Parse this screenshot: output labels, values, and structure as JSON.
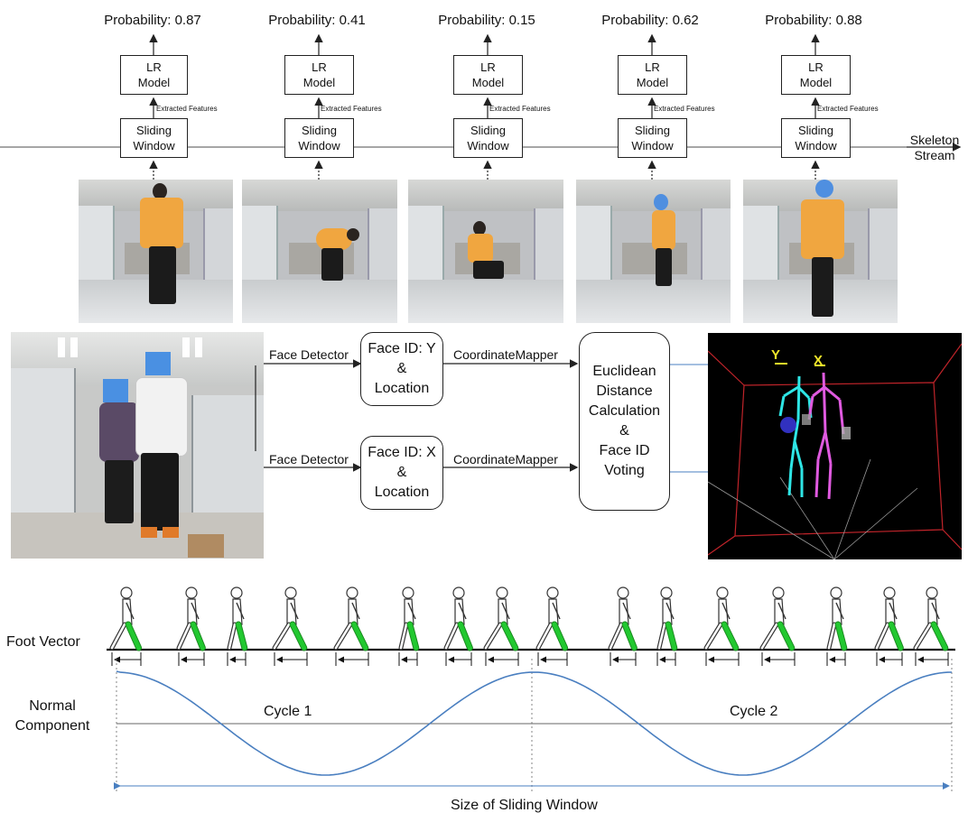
{
  "pipeline": {
    "probabilities": [
      "Probability: 0.87",
      "Probability: 0.41",
      "Probability: 0.15",
      "Probability: 0.62",
      "Probability: 0.88"
    ],
    "lr_model_label": [
      "LR",
      "Model"
    ],
    "sliding_window_label": [
      "Sliding",
      "Window"
    ],
    "extracted_features": "Extracted Features",
    "stream_label": [
      "Skeleton",
      "Stream"
    ]
  },
  "fusion": {
    "face_detector": "Face Detector",
    "face_id_y": [
      "Face ID: Y",
      "&",
      "Location"
    ],
    "face_id_x": [
      "Face ID: X",
      "&",
      "Location"
    ],
    "coordinate_mapper": "CoordinateMapper",
    "euclidean": [
      "Euclidean",
      "Distance",
      "Calculation",
      "&",
      "Face ID",
      "Voting"
    ],
    "skeleton_y": "Y",
    "skeleton_x": "X"
  },
  "gait": {
    "foot_vector": "Foot Vector",
    "normal_component": [
      "Normal",
      "Component"
    ],
    "cycle1": "Cycle 1",
    "cycle2": "Cycle 2",
    "window_size": "Size of Sliding Window"
  },
  "colors": {
    "accent_blue": "#4a7fc0",
    "leg_green": "#22c830",
    "shirt_orange": "#f0a640",
    "skel_cyan": "#2ee6e6",
    "skel_magenta": "#e05ae0",
    "skel_yellow": "#f0e62a",
    "room_red": "#c0242a"
  }
}
